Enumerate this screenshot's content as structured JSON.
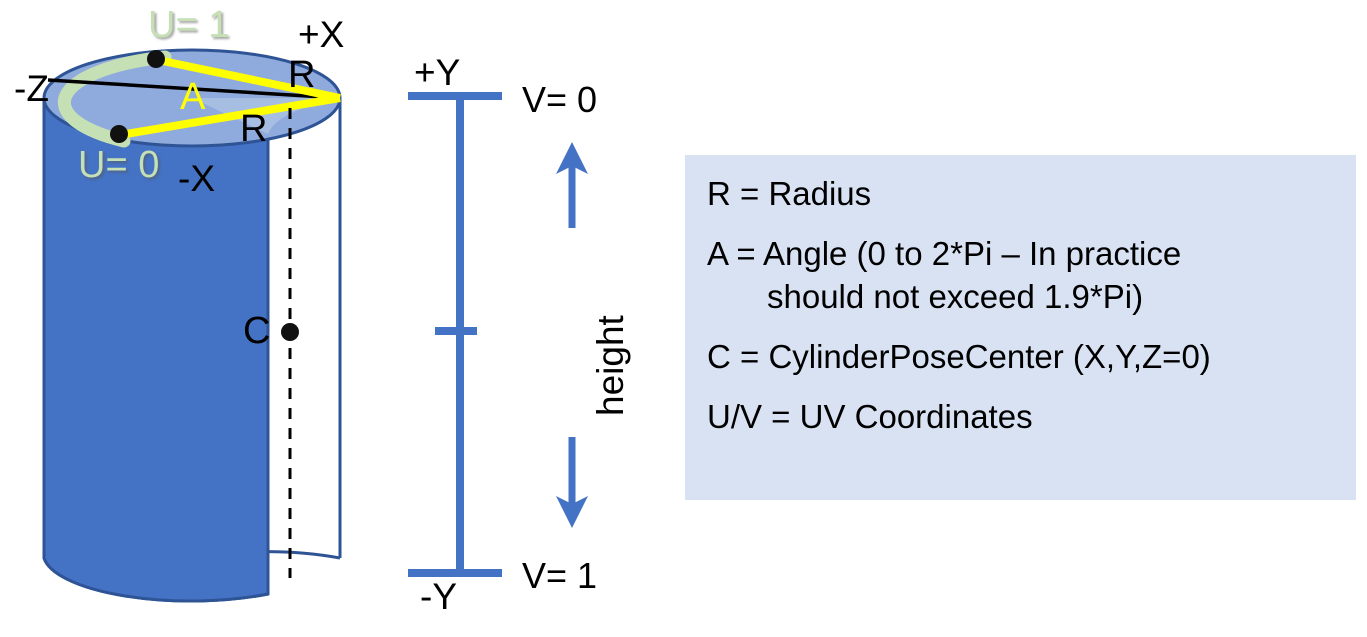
{
  "diagram": {
    "title": "Cylinder UV coordinate diagram",
    "colors": {
      "body_blue": "#4472C4",
      "cap_blue": "#8FAADC",
      "outline_blue": "#2E5496",
      "seam_green": "#C5E0B4",
      "radius_yellow": "#FFFF00",
      "legend_bg": "#D9E2F3",
      "axis_blue": "#4472C4",
      "label_black": "#000000"
    },
    "cylinder": {
      "axis_labels": {
        "plus_x": "+X",
        "minus_x": "-X",
        "minus_z": "-Z"
      },
      "uv_labels": {
        "u_one": "U= 1",
        "u_zero": "U= 0"
      },
      "radius_label_top": "R",
      "radius_label_bottom": "R",
      "angle_label": "A",
      "center_label": "C"
    },
    "height_axis": {
      "top_axis_label": "+Y",
      "bottom_axis_label": "-Y",
      "top_v_label": "V= 0",
      "bottom_v_label": "V= 1",
      "height_label": "height"
    },
    "legend": {
      "items": [
        {
          "id": "radius",
          "text": "R = Radius",
          "continuation": ""
        },
        {
          "id": "angle",
          "text": "A = Angle (0 to 2*Pi – In practice",
          "continuation": "should not exceed 1.9*Pi)"
        },
        {
          "id": "center",
          "text": "C = CylinderPoseCenter (X,Y,Z=0)",
          "continuation": ""
        },
        {
          "id": "uv",
          "text": "U/V = UV Coordinates",
          "continuation": ""
        }
      ]
    }
  }
}
